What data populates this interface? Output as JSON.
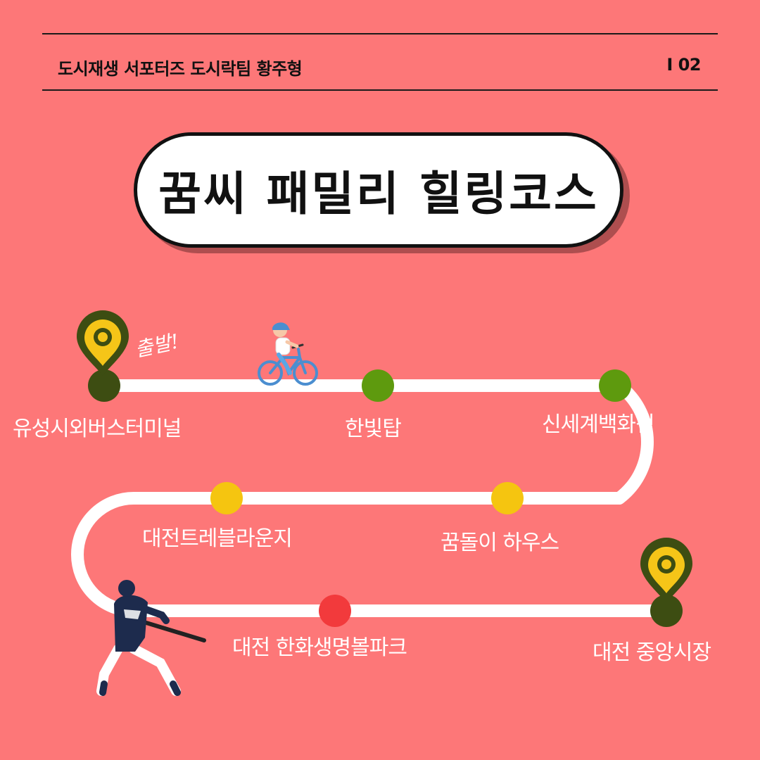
{
  "header": {
    "title": "도시재생 서포터즈 도시락팀 황주형",
    "page": "I 02"
  },
  "main": {
    "title": "꿈씨 패밀리 힐링코스"
  },
  "route": {
    "start_note": "출발!",
    "stops": [
      {
        "label": "유성시외버스터미널",
        "marker": "map-pin-icon",
        "color": "#3d4d12"
      },
      {
        "label": "한빛탑",
        "marker": "dot",
        "color": "#5e9a0e"
      },
      {
        "label": "신세계백화점",
        "marker": "dot",
        "color": "#5e9a0e"
      },
      {
        "label": "꿈돌이 하우스",
        "marker": "dot",
        "color": "#f5c510"
      },
      {
        "label": "대전트레블라운지",
        "marker": "dot",
        "color": "#f5c510"
      },
      {
        "label": "대전 한화생명볼파크",
        "marker": "dot",
        "color": "#f23a3c"
      },
      {
        "label": "대전 중앙시장",
        "marker": "map-pin-icon",
        "color": "#3d4d12"
      }
    ]
  },
  "colors": {
    "background": "#fd7778",
    "route_line": "#ffffff",
    "pin_outer": "#3d4d12",
    "pin_inner": "#f5c518"
  },
  "illustrations": {
    "cyclist": "child-bicycle-icon",
    "batter": "baseball-batter-icon"
  }
}
